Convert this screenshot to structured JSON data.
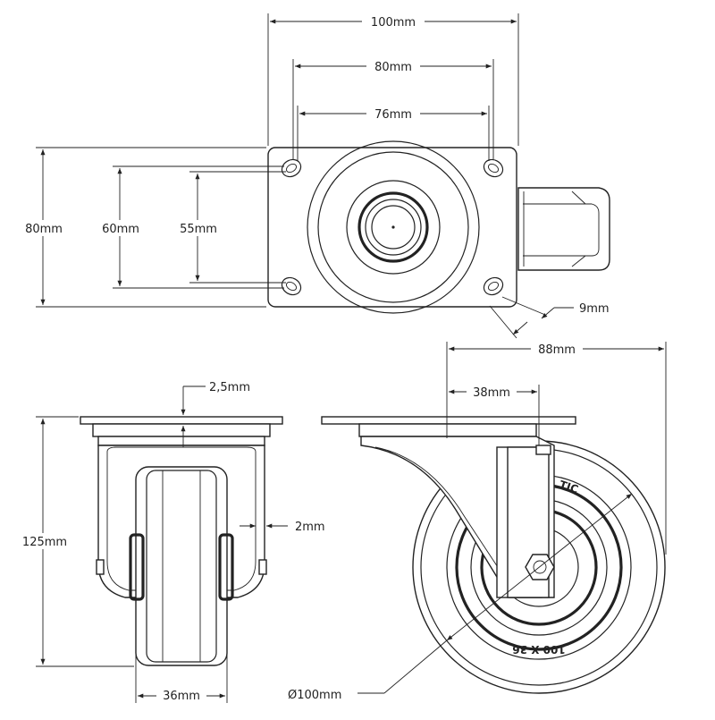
{
  "colors": {
    "line": "#222222",
    "background": "#ffffff"
  },
  "top_view": {
    "plate_width": "100mm",
    "hole_spacing_outer": "80mm",
    "hole_spacing_inner": "76mm",
    "plate_height": "80mm",
    "hole_spacing_vertical_outer": "60mm",
    "hole_spacing_vertical_inner": "55mm",
    "slot_width": "9mm"
  },
  "front_view": {
    "plate_thickness": "2,5mm",
    "overall_height": "125mm",
    "fork_thickness": "2mm",
    "wheel_width": "36mm"
  },
  "side_view": {
    "swivel_radius": "88mm",
    "offset": "38mm",
    "wheel_diameter": "Ø100mm",
    "tire_marking": "100 X 36",
    "tire_brand_fragment": "TIC"
  }
}
